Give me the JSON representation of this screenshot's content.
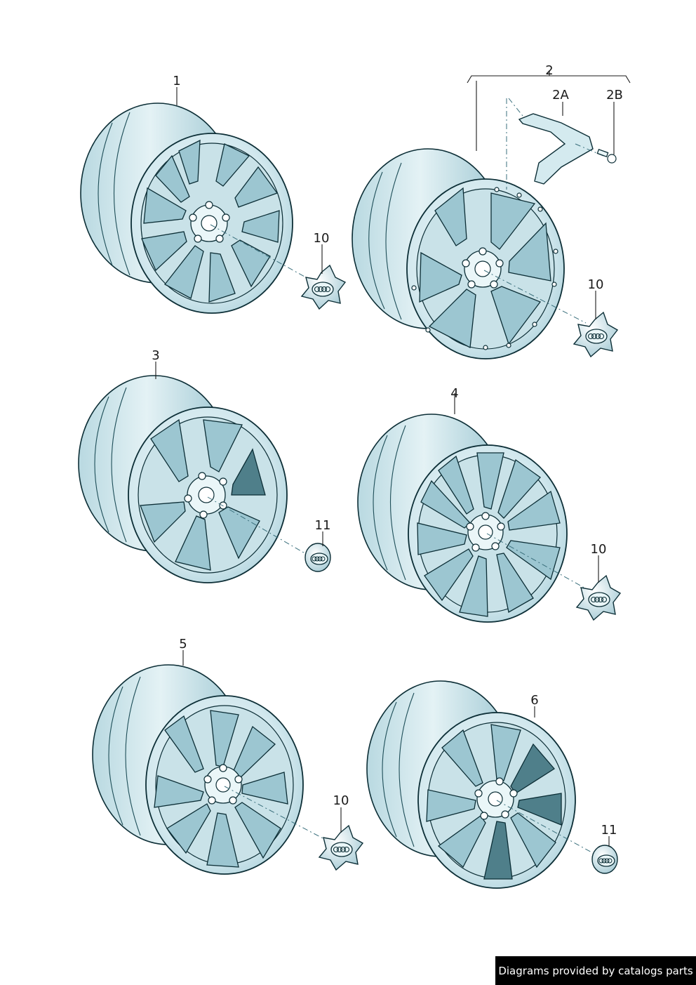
{
  "callouts": {
    "w1": "1",
    "w2": "2",
    "w2a": "2A",
    "w2b": "2B",
    "w3": "3",
    "w4": "4",
    "w5": "5",
    "w6": "6",
    "c10a": "10",
    "c10b": "10",
    "c11a": "11",
    "c10c": "10",
    "c10d": "10",
    "c11b": "11"
  },
  "footer": {
    "credit": "Diagrams provided by catalogs parts"
  },
  "colors": {
    "line": "#0c2e36",
    "rim_light": "#e6f3f6",
    "rim_mid": "#bcdbe3",
    "rim_dark": "#8fbfcb",
    "footer_bg": "#000000",
    "footer_text": "#ffffff"
  }
}
